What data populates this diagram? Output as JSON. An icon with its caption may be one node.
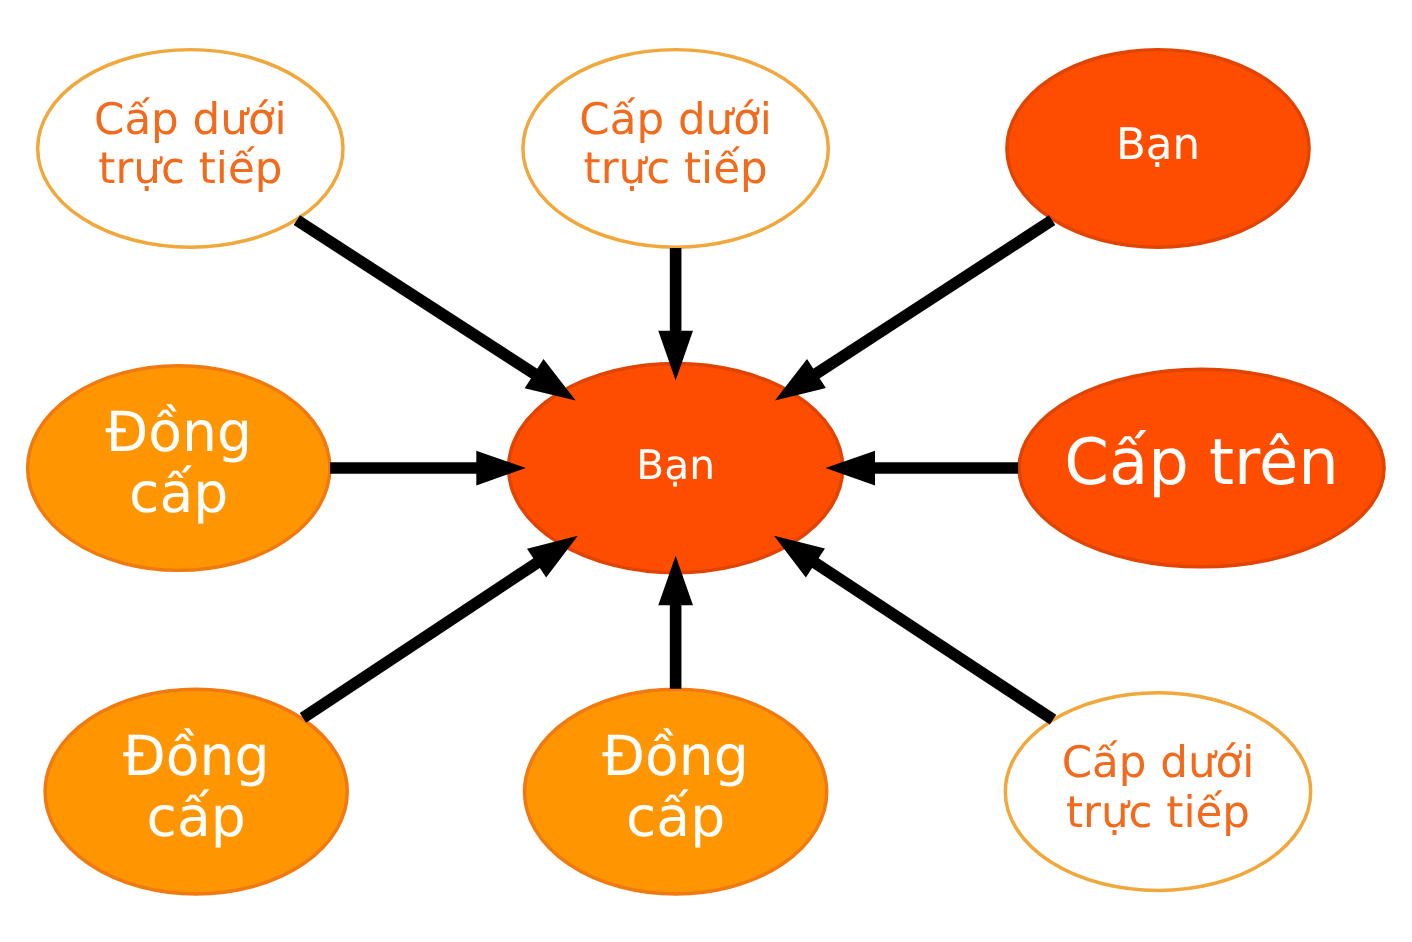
{
  "diagram": {
    "nodes": [
      {
        "text": [
          "Cấp dưới trực tiếp"
        ]
      },
      {
        "text": [
          "Bạn"
        ]
      },
      {
        "text": [
          "Cấp dưới trực tiếp"
        ]
      },
      {
        "text": [
          "Đồng cấp"
        ]
      },
      {
        "text": [
          "Bạn"
        ]
      },
      {
        "text": [
          "Cấp trên"
        ]
      },
      {
        "text": [
          "Cấp dưới trực tiếp"
        ]
      },
      {
        "text": [
          "Đồng cấp"
        ]
      },
      {
        "text": [
          "Đồng cấp"
        ]
      }
    ],
    "edges": [
      {
        "from": 2,
        "to": 4,
        "arrow": "to"
      },
      {
        "from": 0,
        "to": 4,
        "arrow": "to"
      },
      {
        "from": 1,
        "to": 4,
        "arrow": "to"
      },
      {
        "from": 3,
        "to": 4,
        "arrow": "to"
      },
      {
        "from": 5,
        "to": 4,
        "arrow": "to"
      },
      {
        "from": 7,
        "to": 4,
        "arrow": "to"
      },
      {
        "from": 8,
        "to": 4,
        "arrow": "to"
      },
      {
        "from": 6,
        "to": 4,
        "arrow": "to"
      }
    ]
  }
}
